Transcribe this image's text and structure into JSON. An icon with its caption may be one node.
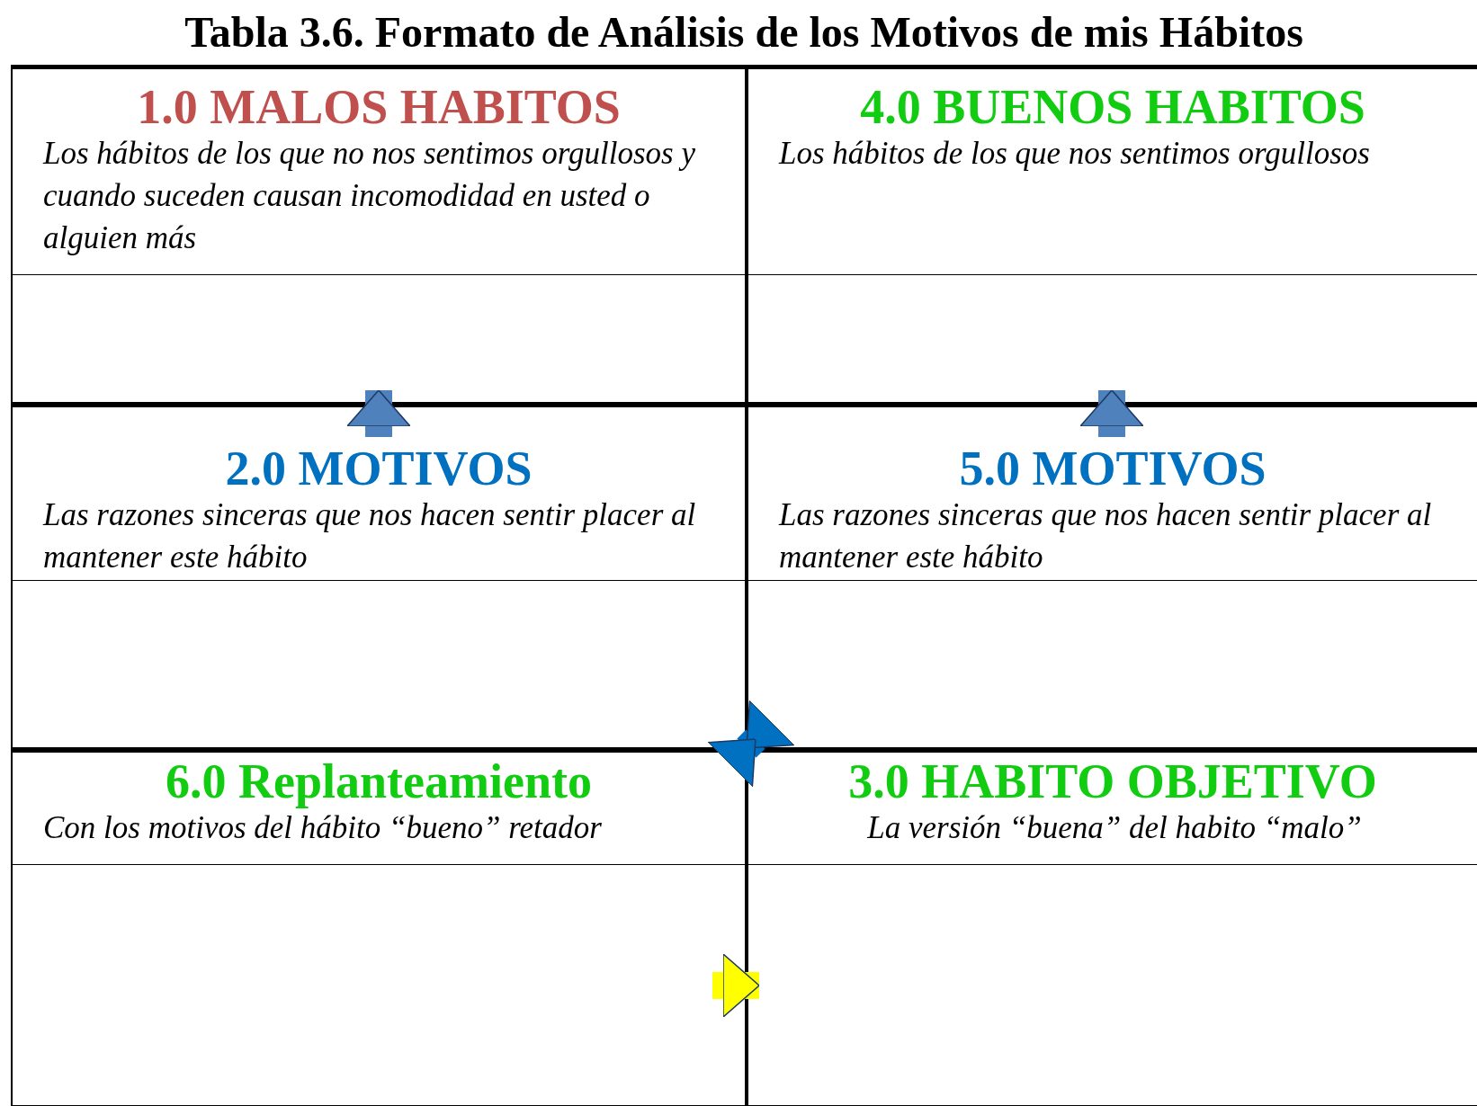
{
  "diagram": {
    "title": "Tabla 3.6. Formato de Análisis de los Motivos de mis Hábitos",
    "nodes": [
      {
        "text": [
          "1.0 MALOS HABITOS",
          "Los hábitos de los que no nos sentimos orgullosos y cuando suceden causan incomodidad en usted o alguien más"
        ]
      },
      {
        "text": [
          "4.0 BUENOS HABITOS",
          "Los hábitos de los que nos sentimos orgullosos"
        ]
      },
      {
        "text": [],
        "shape": "box"
      },
      {
        "text": [],
        "shape": "box"
      },
      {
        "text": [
          "2.0 MOTIVOS",
          "Las razones sinceras que nos hacen sentir placer al mantener este hábito"
        ]
      },
      {
        "text": [
          "5.0 MOTIVOS",
          "Las razones sinceras que nos hacen sentir placer al mantener este hábito"
        ]
      },
      {
        "text": [],
        "shape": "box"
      },
      {
        "text": [],
        "shape": "box"
      },
      {
        "text": [
          "6.0 Replanteamiento",
          "Con los motivos del hábito “bueno” retador"
        ]
      },
      {
        "text": [
          "3.0 HABITO OBJETIVO",
          "La versión “buena” del habito “malo”"
        ]
      },
      {
        "text": [],
        "shape": "box"
      },
      {
        "text": [],
        "shape": "box"
      }
    ],
    "edges": [
      {
        "from": 4,
        "to": 2,
        "arrow": "to",
        "color": "#4f81bd"
      },
      {
        "from": 5,
        "to": 3,
        "arrow": "to",
        "color": "#4f81bd"
      },
      {
        "from": 8,
        "to": 7,
        "arrow": "both",
        "color": "#0070c0"
      },
      {
        "from": 10,
        "to": 11,
        "arrow": "to",
        "color": "#ffff00"
      }
    ]
  }
}
